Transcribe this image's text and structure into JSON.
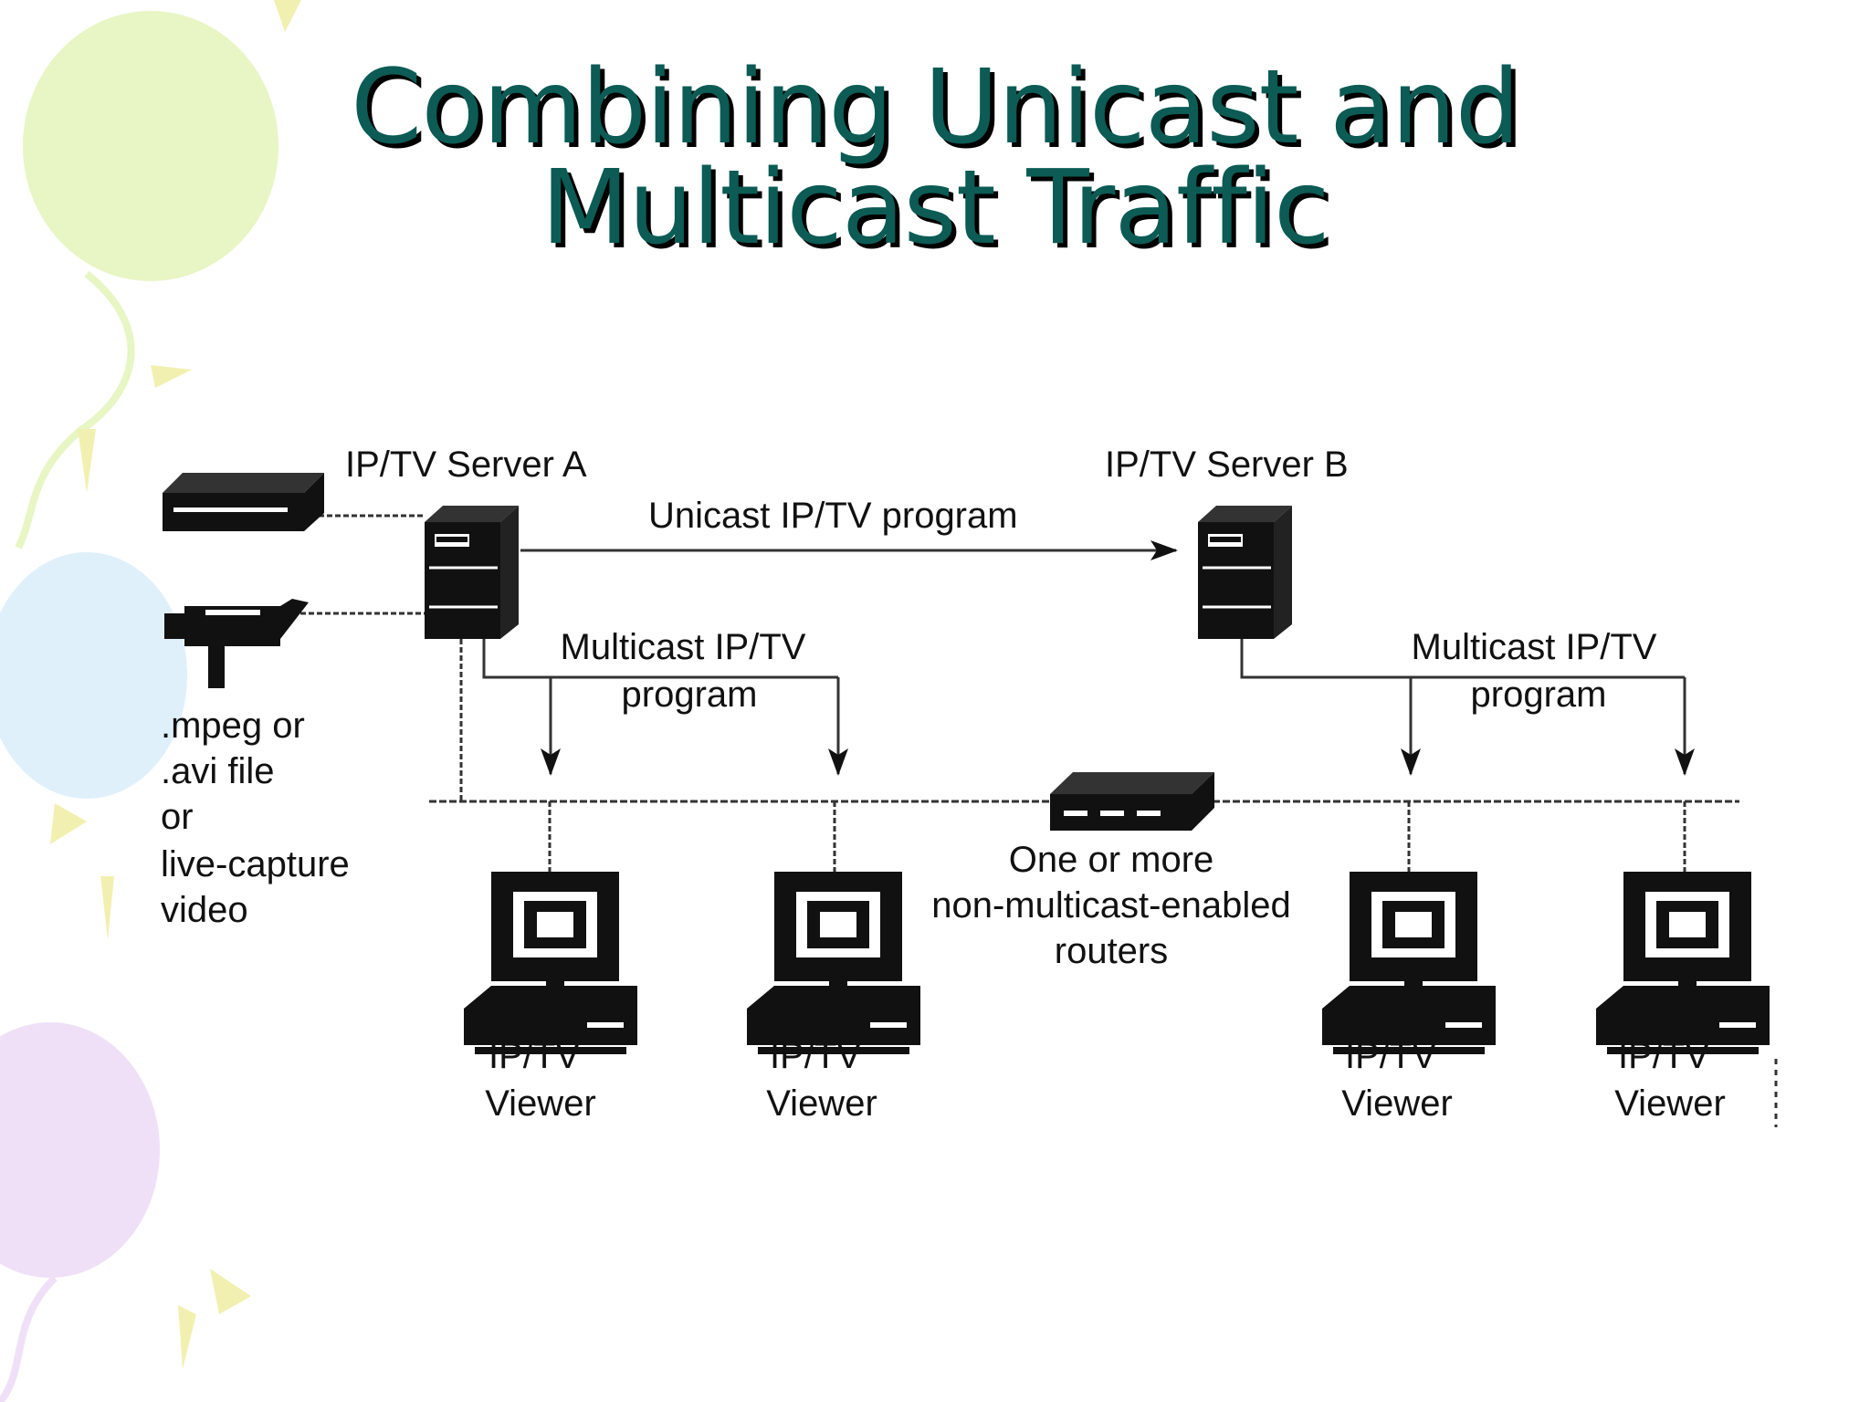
{
  "slide": {
    "title_line1": "Combining Unicast and",
    "title_line2": "Multicast Traffic"
  },
  "diagram": {
    "server_a_label": "IP/TV Server A",
    "server_b_label": "IP/TV Server B",
    "unicast_label": "Unicast IP/TV program",
    "multicast_a_label": [
      "Multicast IP/TV",
      "program"
    ],
    "multicast_b_label": [
      "Multicast IP/TV",
      "program"
    ],
    "source_label": [
      ".mpeg or",
      ".avi file",
      "or",
      "live-capture",
      "video"
    ],
    "router_label": [
      "One or more",
      "non-multicast-enabled",
      "routers"
    ],
    "viewers": [
      {
        "line1": "IP/TV",
        "line2": "Viewer"
      },
      {
        "line1": "IP/TV",
        "line2": "Viewer"
      },
      {
        "line1": "IP/TV",
        "line2": "Viewer"
      },
      {
        "line1": "IP/TV",
        "line2": "Viewer"
      }
    ]
  },
  "colors": {
    "title": "#0c5b55",
    "balloon_green": "#e8f5c4",
    "balloon_blue": "#dff0fb",
    "balloon_purple": "#efe0f7",
    "confetti": "#f2f0b0"
  }
}
